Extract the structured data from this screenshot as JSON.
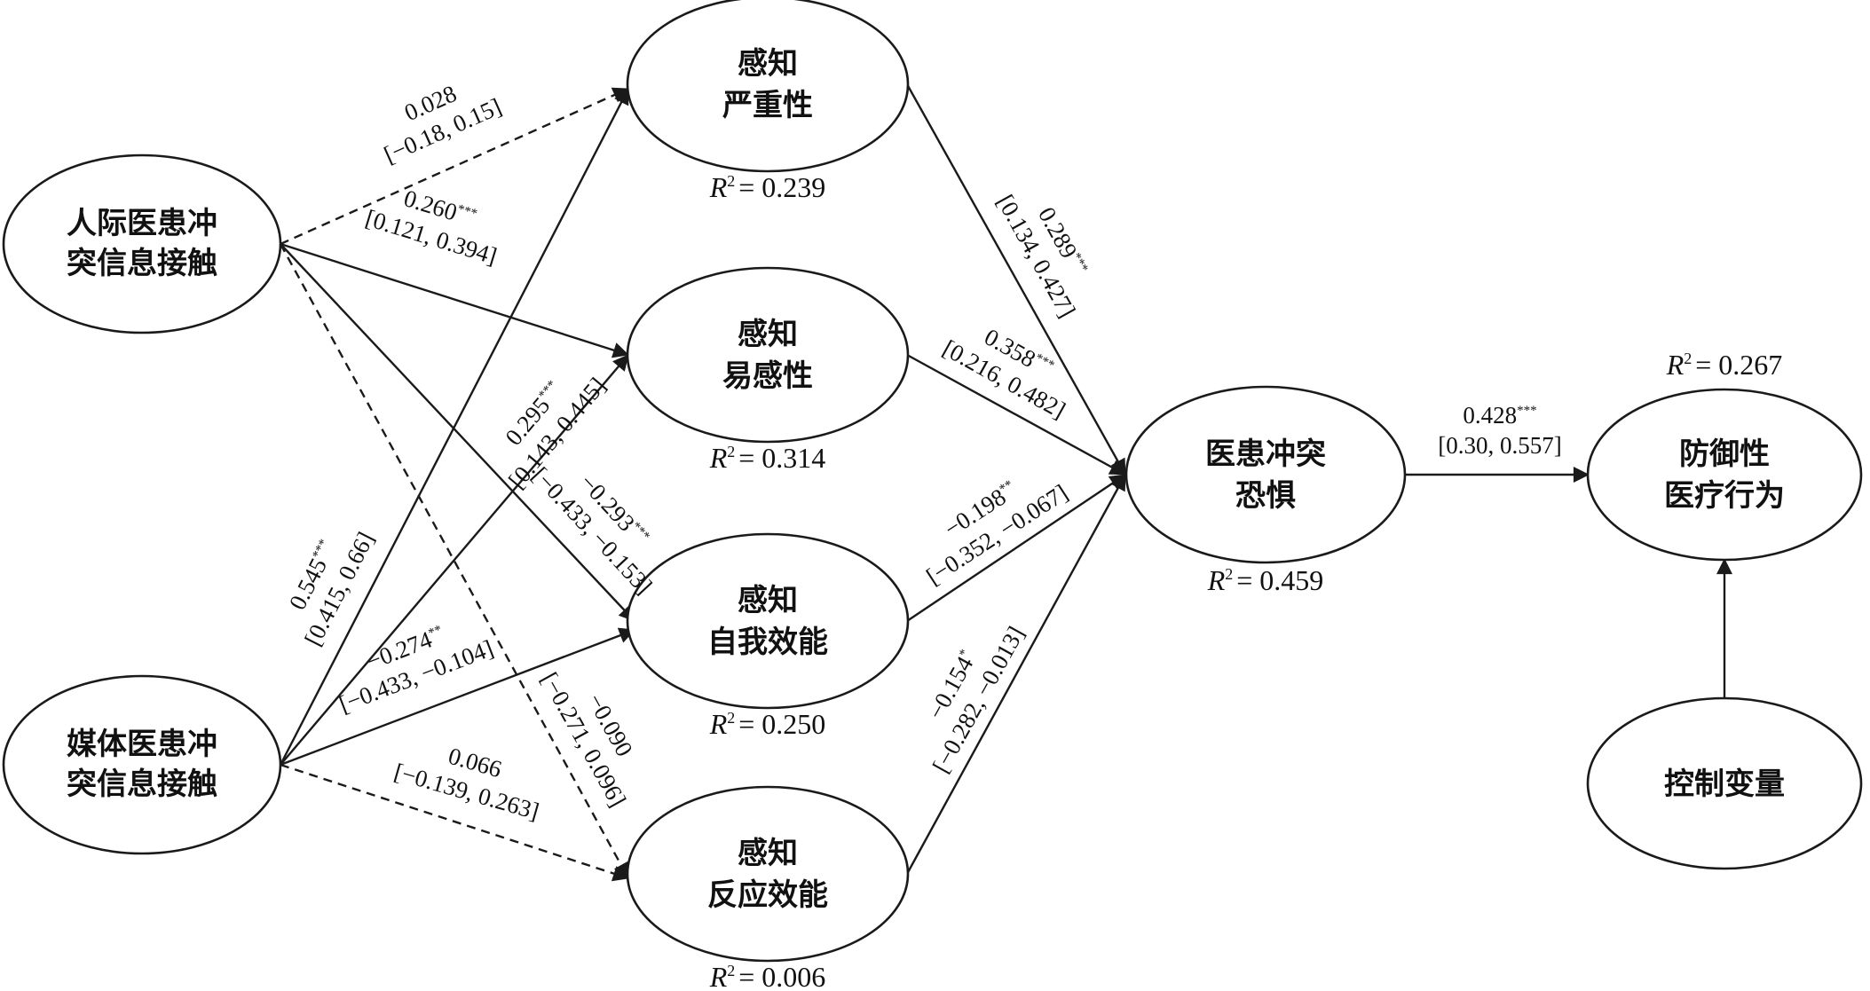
{
  "nodes": {
    "interpersonal": {
      "line1": "人际医患冲",
      "line2": "突信息接触"
    },
    "media": {
      "line1": "媒体医患冲",
      "line2": "突信息接触"
    },
    "severity": {
      "line1": "感知",
      "line2": "严重性"
    },
    "susceptibility": {
      "line1": "感知",
      "line2": "易感性"
    },
    "self_efficacy": {
      "line1": "感知",
      "line2": "自我效能"
    },
    "response_efficacy": {
      "line1": "感知",
      "line2": "反应效能"
    },
    "fear": {
      "line1": "医患冲突",
      "line2": "恐惧"
    },
    "defensive": {
      "line1": "防御性",
      "line2": "医疗行为"
    },
    "control": {
      "line1": "控制变量"
    }
  },
  "r2": {
    "symbol": "R",
    "power": "2",
    "severity": "= 0.239",
    "susceptibility": "= 0.314",
    "self_efficacy": "= 0.250",
    "response_efficacy": "= 0.006",
    "fear": "= 0.459",
    "defensive": "= 0.267"
  },
  "edges": {
    "ip_sev": {
      "coef": "0.028",
      "stars": "",
      "ci": "[−0.18, 0.15]"
    },
    "ip_sus": {
      "coef": "0.260",
      "stars": "***",
      "ci": "[0.121, 0.394]"
    },
    "ip_self": {
      "coef": "−0.293",
      "stars": "***",
      "ci": "[−0.433, −0.153]"
    },
    "ip_resp": {
      "coef": "−0.090",
      "stars": "",
      "ci": "[−0.271, 0.096]"
    },
    "me_sev": {
      "coef": "0.545",
      "stars": "***",
      "ci": "[0.415, 0.66]"
    },
    "me_sus": {
      "coef": "0.295",
      "stars": "***",
      "ci": "[0.143, 0.445]"
    },
    "me_self": {
      "coef": "−0.274",
      "stars": "**",
      "ci": "[−0.433, −0.104]"
    },
    "me_resp": {
      "coef": "0.066",
      "stars": "",
      "ci": "[−0.139, 0.263]"
    },
    "sev_fear": {
      "coef": "0.289",
      "stars": "***",
      "ci": "[0.134, 0.427]"
    },
    "sus_fear": {
      "coef": "0.358",
      "stars": "***",
      "ci": "[0.216, 0.482]"
    },
    "self_fear": {
      "coef": "−0.198",
      "stars": "**",
      "ci": "[−0.352, −0.067]"
    },
    "resp_fear": {
      "coef": "−0.154",
      "stars": "*",
      "ci": "[−0.282, −0.013]"
    },
    "fear_def": {
      "coef": "0.428",
      "stars": "***",
      "ci": "[0.30, 0.557]"
    }
  }
}
